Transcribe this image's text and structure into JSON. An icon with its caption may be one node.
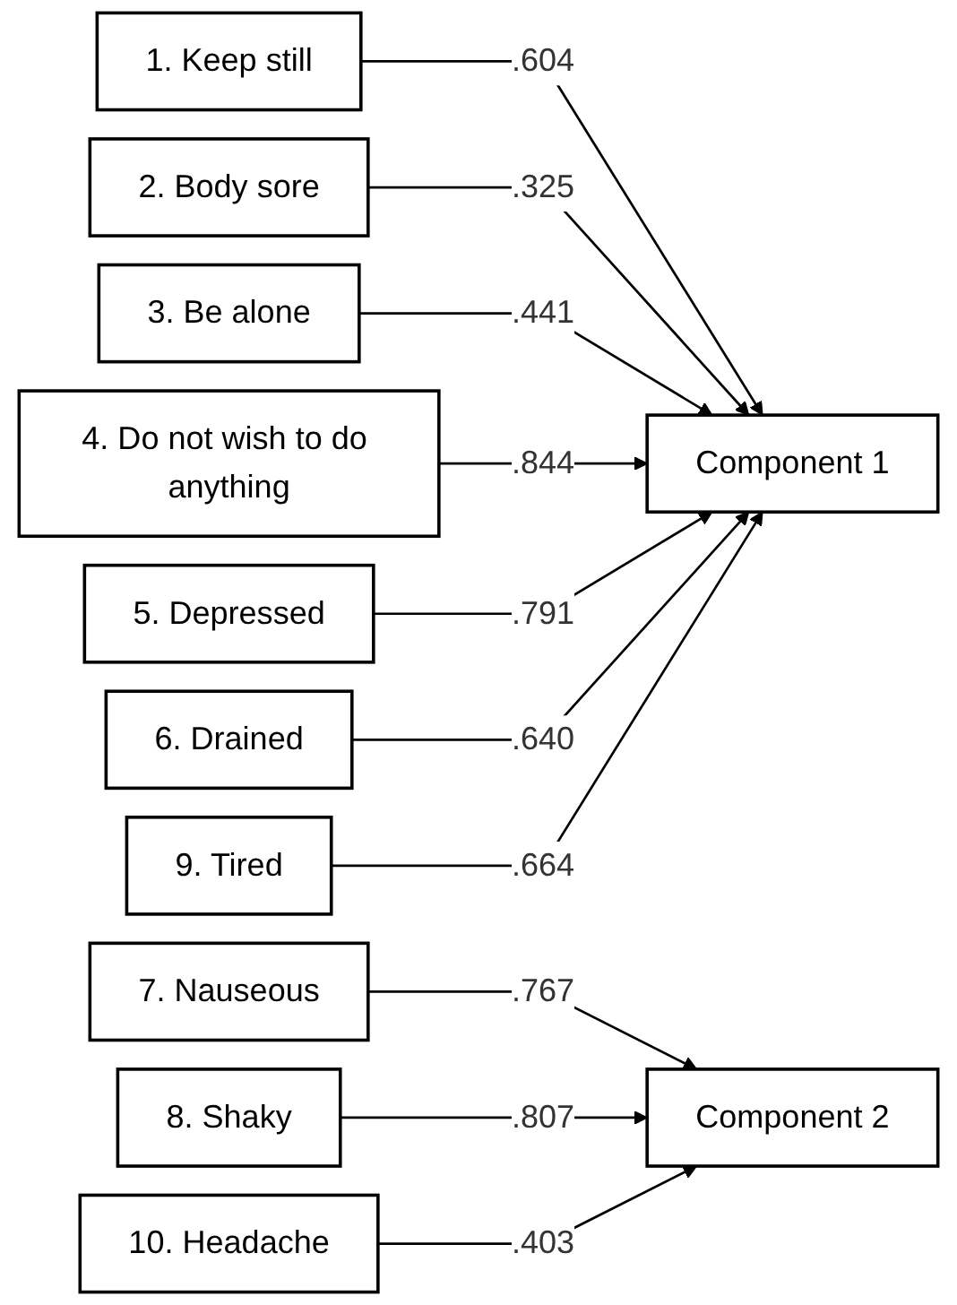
{
  "diagram": {
    "nodes": [
      {
        "text": [
          "1. Keep still"
        ]
      },
      {
        "text": [
          "2. Body sore"
        ]
      },
      {
        "text": [
          "3. Be alone"
        ]
      },
      {
        "text": [
          "4. Do not wish to do anything"
        ]
      },
      {
        "text": [
          "5. Depressed"
        ]
      },
      {
        "text": [
          "6. Drained"
        ]
      },
      {
        "text": [
          "9. Tired"
        ]
      },
      {
        "text": [
          "Component 1"
        ]
      },
      {
        "text": [
          "7. Nauseous"
        ]
      },
      {
        "text": [
          "8. Shaky"
        ]
      },
      {
        "text": [
          "10. Headache"
        ]
      },
      {
        "text": [
          "Component 2"
        ]
      }
    ],
    "edges": [
      {
        "from": 0,
        "to": 7,
        "arrow": "to",
        "label": ".604"
      },
      {
        "from": 1,
        "to": 7,
        "arrow": "to",
        "label": ".325"
      },
      {
        "from": 2,
        "to": 7,
        "arrow": "to",
        "label": ".441"
      },
      {
        "from": 3,
        "to": 7,
        "arrow": "to",
        "label": ".844"
      },
      {
        "from": 4,
        "to": 7,
        "arrow": "to",
        "label": ".791"
      },
      {
        "from": 5,
        "to": 7,
        "arrow": "to",
        "label": ".640"
      },
      {
        "from": 6,
        "to": 7,
        "arrow": "to",
        "label": ".664"
      },
      {
        "from": 8,
        "to": 11,
        "arrow": "to",
        "label": ".767"
      },
      {
        "from": 9,
        "to": 11,
        "arrow": "to",
        "label": ".807"
      },
      {
        "from": 10,
        "to": 11,
        "arrow": "to",
        "label": ".403"
      }
    ]
  }
}
